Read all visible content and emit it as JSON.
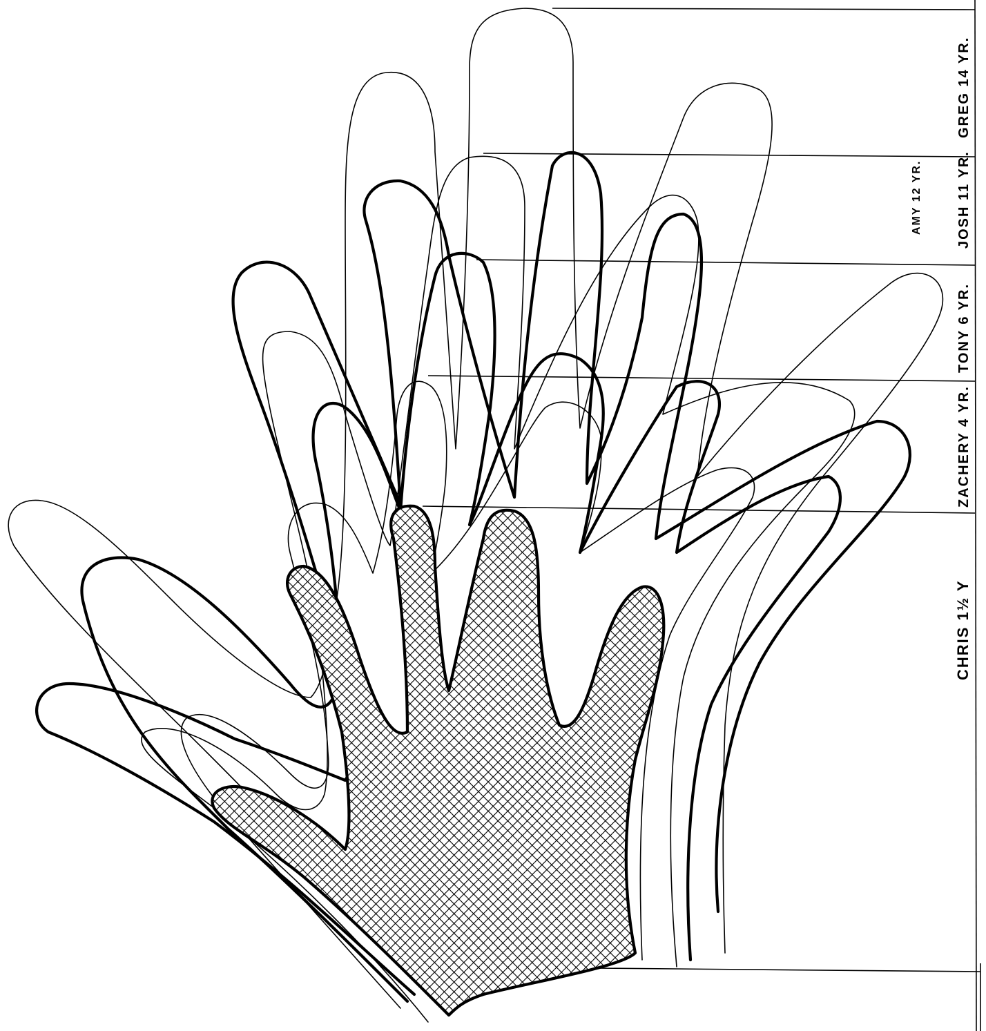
{
  "labels": [
    {
      "id": "greg",
      "text": "GREG 14 YR."
    },
    {
      "id": "amy",
      "text": "AMY 12 YR."
    },
    {
      "id": "josh",
      "text": "JOSH 11 YR."
    },
    {
      "id": "tony",
      "text": "TONY 6 YR."
    },
    {
      "id": "zachery",
      "text": "ZACHERY 4 YR."
    },
    {
      "id": "chris",
      "text": "CHRIS 1½ Y"
    }
  ],
  "colors": {
    "ink": "#000000",
    "paper": "#ffffff"
  },
  "fill_pattern": "crosshatch-net"
}
